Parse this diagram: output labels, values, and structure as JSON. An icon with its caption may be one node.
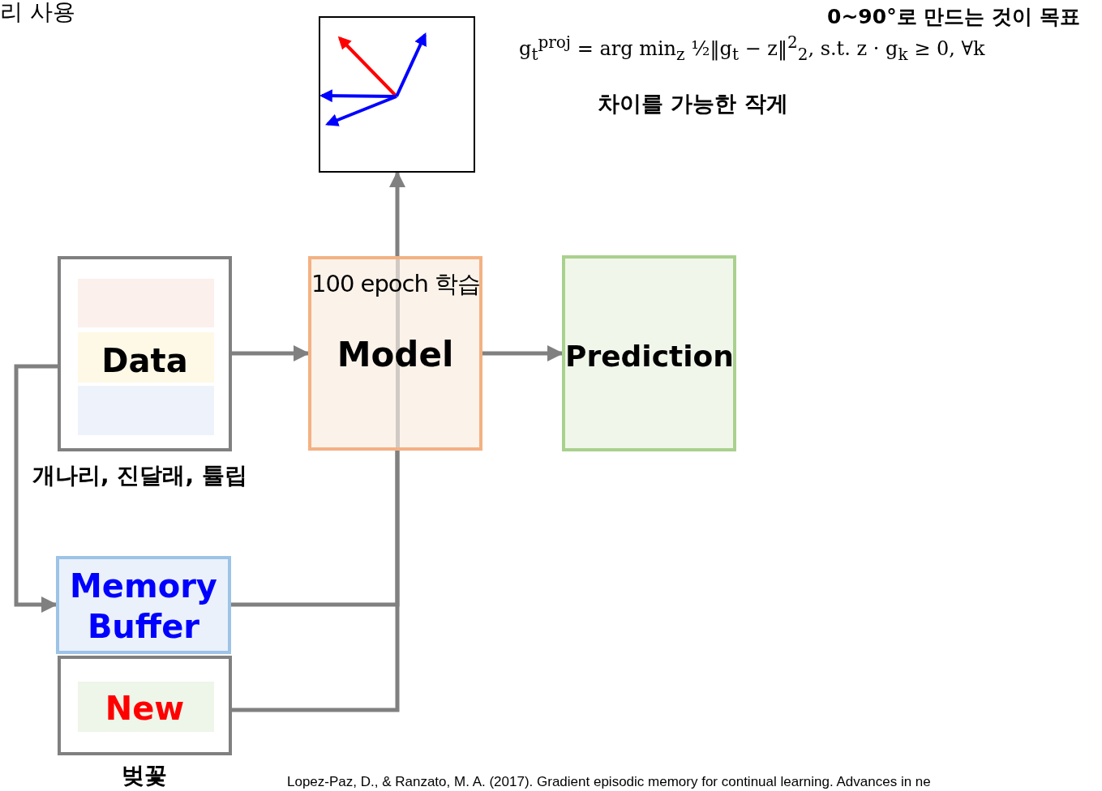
{
  "diagram": {
    "nodes": [
      {
        "text": [],
        "shape": "picture"
      },
      {
        "text": [
          "Data"
        ],
        "beside": [
          "개나리, 진달래, 튤립"
        ]
      },
      {
        "text": [
          "100 epoch 학습",
          "Model"
        ]
      },
      {
        "text": [
          "Prediction"
        ]
      },
      {
        "text": [
          "Memory Buffer"
        ]
      },
      {
        "text": [
          "New"
        ],
        "beside": [
          "벚꽃"
        ]
      }
    ],
    "edges": [
      {
        "from": 1,
        "to": 2,
        "arrow": "to"
      },
      {
        "from": 2,
        "to": 3,
        "arrow": "to"
      },
      {
        "from": 1,
        "to": 4,
        "arrow": "to"
      },
      {
        "from": 4,
        "to": 2,
        "arrow": "none"
      },
      {
        "from": 5,
        "to": 2,
        "arrow": "none"
      },
      {
        "from": 2,
        "to": 0,
        "arrow": "to"
      }
    ],
    "labels": [
      "리 사용",
      "0~90°로 만드는 것이 목표",
      "g$_{t}$$^{proj}$ = arg min$_{z}$ ½‖g$_{t}$ − z‖$^{2}$$_{2}$,    s.t.    z · g$_{k}$ ≥ 0,    ∀k",
      "차이를 가능한 작게",
      "Lopez-Paz, D., & Ranzato, M. A. (2017). Gradient episodic memory for continual learning. Advances in ne"
    ]
  }
}
